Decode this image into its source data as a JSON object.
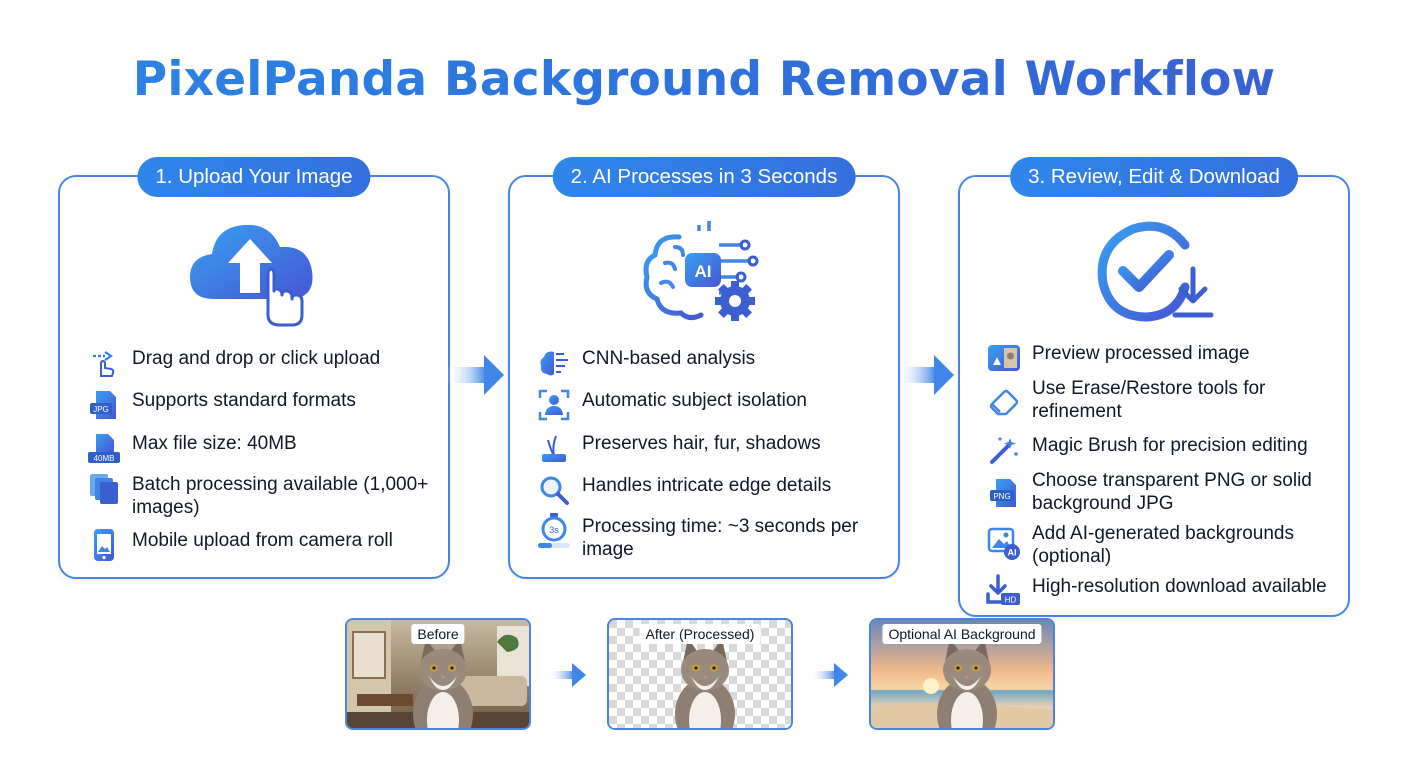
{
  "title": "PixelPanda Background Removal Workflow",
  "steps": [
    {
      "label": "1. Upload Your Image",
      "hero_icon": "cloud-upload-icon",
      "features": [
        {
          "icon": "drag-drop-icon",
          "text": "Drag and drop or click upload"
        },
        {
          "icon": "jpg-file-icon",
          "text": "Supports standard formats",
          "badge": "JPG"
        },
        {
          "icon": "file-size-icon",
          "text": "Max file size: 40MB",
          "badge": "40MB"
        },
        {
          "icon": "batch-files-icon",
          "text": "Batch processing available (1,000+ images)"
        },
        {
          "icon": "mobile-phone-icon",
          "text": "Mobile upload from camera roll"
        }
      ]
    },
    {
      "label": "2. AI Processes in 3 Seconds",
      "hero_icon": "ai-brain-gear-icon",
      "hero_badge": "AI",
      "features": [
        {
          "icon": "brain-icon",
          "text": "CNN-based analysis"
        },
        {
          "icon": "subject-isolation-icon",
          "text": "Automatic subject isolation"
        },
        {
          "icon": "hair-icon",
          "text": "Preserves hair, fur, shadows"
        },
        {
          "icon": "magnifier-icon",
          "text": "Handles intricate edge details"
        },
        {
          "icon": "stopwatch-icon",
          "text": "Processing time: ~3 seconds per image",
          "badge": "3s"
        }
      ]
    },
    {
      "label": "3. Review, Edit & Download",
      "hero_icon": "check-download-icon",
      "features": [
        {
          "icon": "preview-icon",
          "text": "Preview processed image"
        },
        {
          "icon": "eraser-icon",
          "text": "Use Erase/Restore tools for refinement"
        },
        {
          "icon": "magic-wand-icon",
          "text": "Magic Brush for precision editing"
        },
        {
          "icon": "png-file-icon",
          "text": "Choose transparent PNG or solid background JPG",
          "badge": "PNG"
        },
        {
          "icon": "ai-background-icon",
          "text": "Add AI-generated backgrounds (optional)",
          "badge": "AI"
        },
        {
          "icon": "hd-download-icon",
          "text": "High-resolution download available",
          "badge": "HD"
        }
      ]
    }
  ],
  "examples": [
    {
      "label": "Before"
    },
    {
      "label": "After (Processed)"
    },
    {
      "label": "Optional AI Background"
    }
  ],
  "colors": {
    "primary": "#2f80e8",
    "secondary": "#3f5fd0",
    "border": "#4a86df"
  }
}
